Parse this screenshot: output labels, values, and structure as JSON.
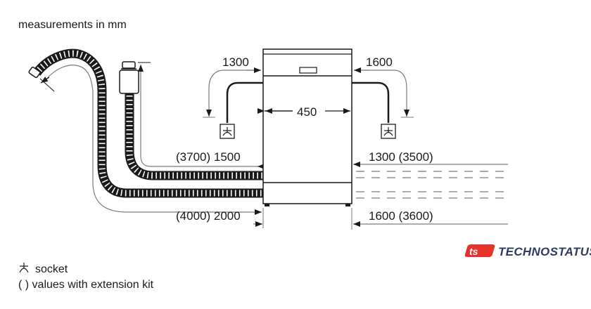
{
  "title": "measurements in mm",
  "dimensions": {
    "top_left": "1300",
    "top_right": "1600",
    "width": "450",
    "left_upper": "(3700) 1500",
    "left_lower": "(4000) 2000",
    "right_upper": "1300 (3500)",
    "right_lower": "1600 (3600)"
  },
  "legend": {
    "socket": "socket",
    "extension": "( ) values with extension kit"
  },
  "brand": {
    "logo_text": "TECHNOSTATUS",
    "logo_color": "#e63329",
    "text_color": "#2e3b5e"
  },
  "colors": {
    "line": "#1a1a1a",
    "dim_line": "#7a7a7a"
  }
}
